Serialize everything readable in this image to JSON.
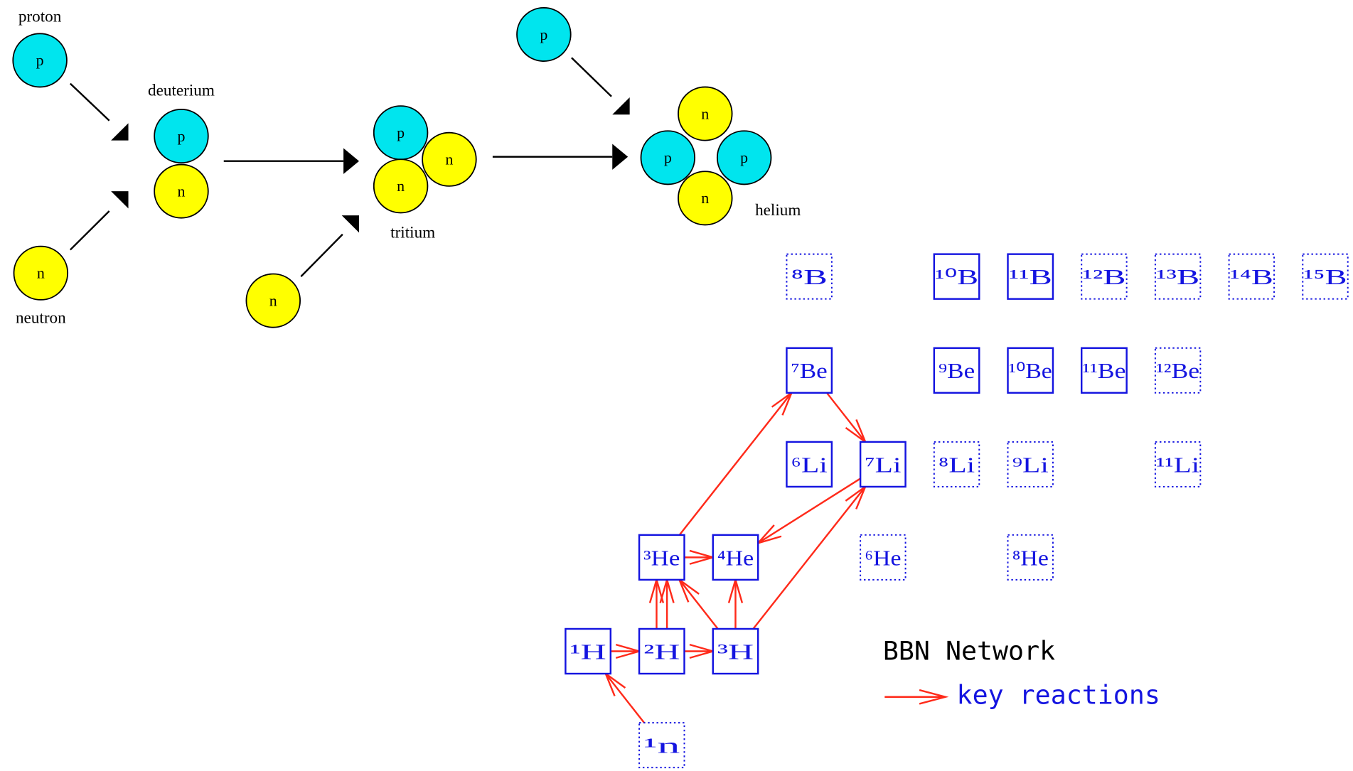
{
  "colors": {
    "proton": "#00e5ee",
    "neutron": "#ffff00",
    "isotope": "#1414e0",
    "reaction": "#ff2a1a",
    "arrow": "#000000"
  },
  "particle_symbols": {
    "proton": "p",
    "neutron": "n"
  },
  "fusion_labels": {
    "proton": "proton",
    "neutron": "neutron",
    "deuterium": "deuterium",
    "tritium": "tritium",
    "helium": "helium"
  },
  "isotopes": [
    {
      "id": "n1",
      "mass": "1",
      "el": "n",
      "dotted": true
    },
    {
      "id": "H1",
      "mass": "1",
      "el": "H",
      "dotted": false
    },
    {
      "id": "H2",
      "mass": "2",
      "el": "H",
      "dotted": false
    },
    {
      "id": "H3",
      "mass": "3",
      "el": "H",
      "dotted": false
    },
    {
      "id": "He3",
      "mass": "3",
      "el": "He",
      "dotted": false
    },
    {
      "id": "He4",
      "mass": "4",
      "el": "He",
      "dotted": false
    },
    {
      "id": "He6",
      "mass": "6",
      "el": "He",
      "dotted": true
    },
    {
      "id": "He8",
      "mass": "8",
      "el": "He",
      "dotted": true
    },
    {
      "id": "Li6",
      "mass": "6",
      "el": "Li",
      "dotted": false
    },
    {
      "id": "Li7",
      "mass": "7",
      "el": "Li",
      "dotted": false
    },
    {
      "id": "Li8",
      "mass": "8",
      "el": "Li",
      "dotted": true
    },
    {
      "id": "Li9",
      "mass": "9",
      "el": "Li",
      "dotted": true
    },
    {
      "id": "Li11",
      "mass": "11",
      "el": "Li",
      "dotted": true
    },
    {
      "id": "Be7",
      "mass": "7",
      "el": "Be",
      "dotted": false
    },
    {
      "id": "Be9",
      "mass": "9",
      "el": "Be",
      "dotted": false
    },
    {
      "id": "Be10",
      "mass": "10",
      "el": "Be",
      "dotted": false
    },
    {
      "id": "Be11",
      "mass": "11",
      "el": "Be",
      "dotted": false
    },
    {
      "id": "Be12",
      "mass": "12",
      "el": "Be",
      "dotted": true
    },
    {
      "id": "B8",
      "mass": "8",
      "el": "B",
      "dotted": true
    },
    {
      "id": "B10",
      "mass": "10",
      "el": "B",
      "dotted": false
    },
    {
      "id": "B11",
      "mass": "11",
      "el": "B",
      "dotted": false
    },
    {
      "id": "B12",
      "mass": "12",
      "el": "B",
      "dotted": true
    },
    {
      "id": "B13",
      "mass": "13",
      "el": "B",
      "dotted": true
    },
    {
      "id": "B14",
      "mass": "14",
      "el": "B",
      "dotted": true
    },
    {
      "id": "B15",
      "mass": "15",
      "el": "B",
      "dotted": true
    }
  ],
  "reactions": [
    {
      "from": "n1",
      "to": "H1"
    },
    {
      "from": "H1",
      "to": "H2"
    },
    {
      "from": "H2",
      "to": "H3"
    },
    {
      "from": "He3",
      "to": "He4"
    },
    {
      "from": "H2",
      "to": "He3"
    },
    {
      "from": "H3",
      "to": "He3"
    },
    {
      "from": "H3",
      "to": "He4"
    },
    {
      "from": "He3",
      "to": "Be7"
    },
    {
      "from": "Be7",
      "to": "Li7"
    },
    {
      "from": "Li7",
      "to": "He4"
    },
    {
      "from": "H3",
      "to": "Li7"
    }
  ],
  "legend": {
    "title": "BBN Network",
    "key": "key reactions"
  }
}
